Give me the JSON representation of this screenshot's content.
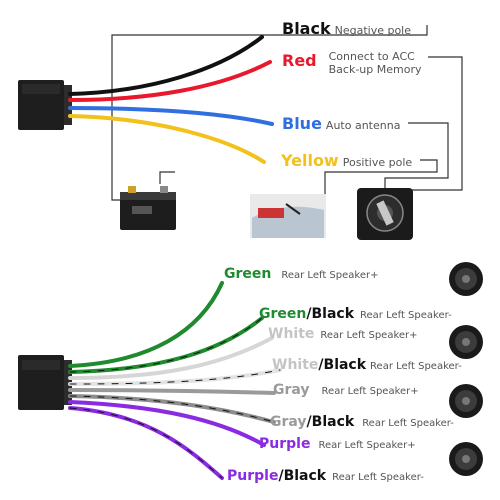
{
  "colors": {
    "black": "#111111",
    "red": "#e8192c",
    "blue": "#2f6fe0",
    "yellow": "#f2c21a",
    "green": "#1f8a2e",
    "white": "#d6d6d6",
    "gray": "#9a9a9a",
    "purple": "#8a2be2"
  },
  "power_labels": [
    {
      "name": "Black",
      "desc": "Negative pole"
    },
    {
      "name": "Red",
      "desc_line1": "Connect to ACC",
      "desc_line2": "Back-up Memory"
    },
    {
      "name": "Blue",
      "desc": "Auto antenna"
    },
    {
      "name": "Yellow",
      "desc": "Positive pole"
    }
  ],
  "speaker_labels": [
    {
      "name_a": "Green",
      "name_b": "",
      "desc": "Rear Left Speaker+"
    },
    {
      "name_a": "Green",
      "name_b": "/Black",
      "desc": "Rear Left Speaker-"
    },
    {
      "name_a": "White",
      "name_b": "",
      "desc": "Rear Left Speaker+"
    },
    {
      "name_a": "White",
      "name_b": "/Black",
      "desc": "Rear Left Speaker-"
    },
    {
      "name_a": "Gray",
      "name_b": "",
      "desc": "Rear Left Speaker+"
    },
    {
      "name_a": "Gray",
      "name_b": "/Black",
      "desc": "Rear Left Speaker-"
    },
    {
      "name_a": "Purple",
      "name_b": "",
      "desc": "Rear Left Speaker+"
    },
    {
      "name_a": "Purple",
      "name_b": "/Black",
      "desc": "Rear Left Speaker-"
    }
  ],
  "icons": [
    "connector-icon",
    "car-battery-icon",
    "car-antenna-photo",
    "ignition-switch-icon",
    "speaker-icon"
  ]
}
